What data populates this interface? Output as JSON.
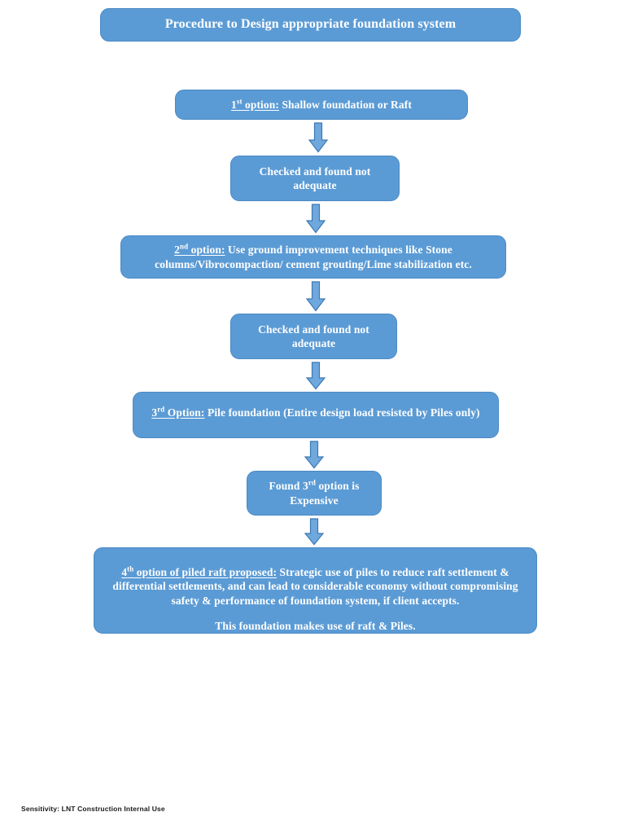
{
  "document": {
    "title": "Procedure to Design appropriate foundation system",
    "footer_sensitivity": "Sensitivity: LNT Construction Internal Use"
  },
  "theme": {
    "box_fill": "#5B9BD5",
    "box_border": "#4A89C4",
    "box_text": "#FFFFFF",
    "arrow_fill": "#6FA8DC",
    "arrow_stroke": "#3C78B4",
    "page_background": "#FFFFFF"
  },
  "flow": {
    "title_node": {
      "label": "Procedure to Design appropriate foundation system"
    },
    "nodes": [
      {
        "id": "option-1",
        "underlined_prefix": "1",
        "superscript": "st",
        "underlined_rest": " option:",
        "body": " Shallow foundation or Raft"
      },
      {
        "id": "checked-1",
        "line1": "Checked and found not",
        "line2": "adequate"
      },
      {
        "id": "option-2",
        "underlined_prefix": "2",
        "superscript": "nd",
        "underlined_rest": " option:",
        "body": " Use ground improvement techniques like Stone columns/Vibrocompaction/ cement grouting/Lime stabilization etc."
      },
      {
        "id": "checked-2",
        "line1": "Checked and found not",
        "line2": "adequate"
      },
      {
        "id": "option-3",
        "underlined_prefix": "3",
        "superscript": "rd",
        "underlined_rest": " Option:",
        "body": " Pile foundation (Entire design load resisted by Piles only)"
      },
      {
        "id": "expensive",
        "line1_pre": "Found 3",
        "line1_sup": "rd",
        "line1_post": " option is",
        "line2": "Expensive"
      },
      {
        "id": "option-4",
        "underlined_prefix": "4",
        "superscript": "th",
        "underlined_rest": " option of piled raft proposed:",
        "body": " Strategic use of piles to reduce raft settlement & differential settlements, and can lead to considerable economy without compromising safety & performance of foundation system, if client accepts.",
        "second_paragraph": "This foundation makes use of raft & Piles."
      }
    ],
    "connectors": [
      {
        "id": "arrow-1",
        "from": "option-1",
        "to": "checked-1",
        "direction": "down"
      },
      {
        "id": "arrow-2",
        "from": "checked-1",
        "to": "option-2",
        "direction": "down"
      },
      {
        "id": "arrow-3",
        "from": "option-2",
        "to": "checked-2",
        "direction": "down"
      },
      {
        "id": "arrow-4",
        "from": "checked-2",
        "to": "option-3",
        "direction": "down"
      },
      {
        "id": "arrow-5",
        "from": "option-3",
        "to": "expensive",
        "direction": "down"
      },
      {
        "id": "arrow-6",
        "from": "expensive",
        "to": "option-4",
        "direction": "down"
      }
    ]
  }
}
